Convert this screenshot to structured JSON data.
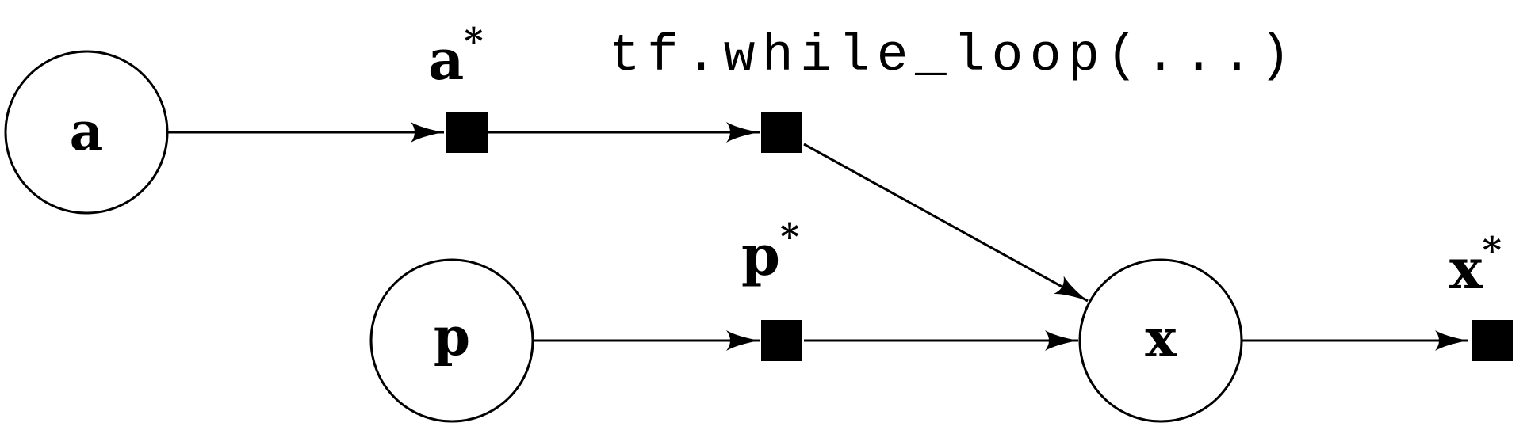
{
  "diagram": {
    "nodes": {
      "a": {
        "label": "a"
      },
      "p": {
        "label": "p"
      },
      "x": {
        "label": "x"
      }
    },
    "outputs": {
      "a_star": {
        "base": "a",
        "sup": "*"
      },
      "p_star": {
        "base": "p",
        "sup": "*"
      },
      "x_star": {
        "base": "x",
        "sup": "*"
      }
    },
    "loop_label": "tf.while_loop(...)"
  },
  "colors": {
    "stroke": "#000000",
    "background": "#ffffff"
  }
}
